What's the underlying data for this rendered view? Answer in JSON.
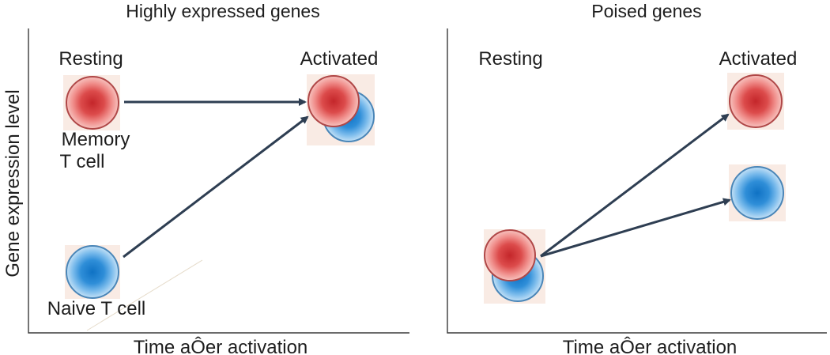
{
  "y_axis_label": "Gene expression level",
  "colors": {
    "memory_cell": "#e05454",
    "naive_cell": "#2e88d6",
    "arrow": "#2e3e52"
  },
  "panels": [
    {
      "title": "Highly expressed genes",
      "resting_label": "Resting",
      "activated_label": "Activated",
      "memory_label_line1": "Memory",
      "memory_label_line2": "T cell",
      "naive_label": "Naive T cell",
      "x_axis_label": "Time aÔer activation"
    },
    {
      "title": "Poised genes",
      "resting_label": "Resting",
      "activated_label": "Activated",
      "x_axis_label": "Time aÔer activation"
    }
  ]
}
